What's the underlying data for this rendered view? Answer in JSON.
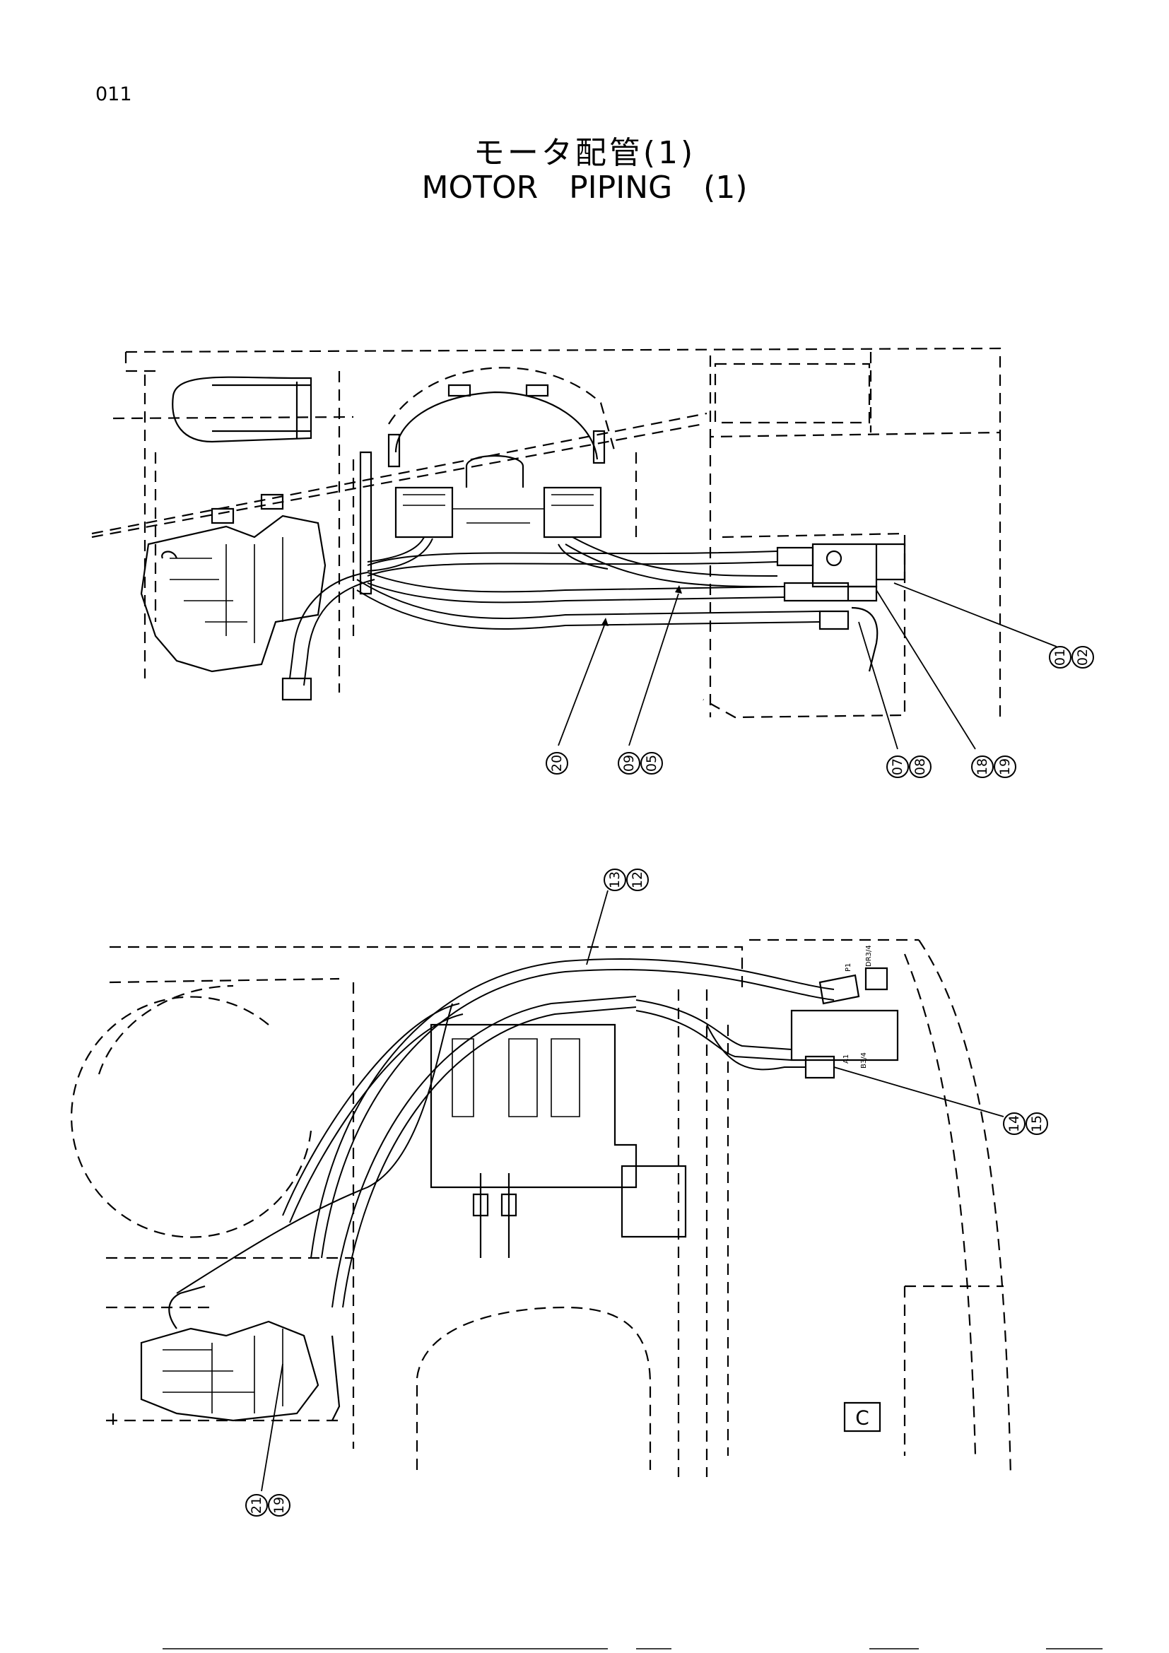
{
  "page_number": "011",
  "title_jp": "モータ配管(1)",
  "title_en": "MOTOR   PIPING (1)",
  "callouts_top": [
    {
      "a": "01",
      "b": "02"
    },
    {
      "a": "20",
      "b": ""
    },
    {
      "a": "09",
      "b": "05"
    },
    {
      "a": "07",
      "b": "08"
    },
    {
      "a": "18",
      "b": "19"
    }
  ],
  "callouts_bottom": [
    {
      "a": "13",
      "b": "12"
    },
    {
      "a": "14",
      "b": "15"
    },
    {
      "a": "21",
      "b": "19"
    }
  ],
  "port_labels": {
    "p1": "P1",
    "dr": "DR3/4",
    "a1": "A1",
    "b3": "B3/4",
    "c_mark": "C"
  }
}
